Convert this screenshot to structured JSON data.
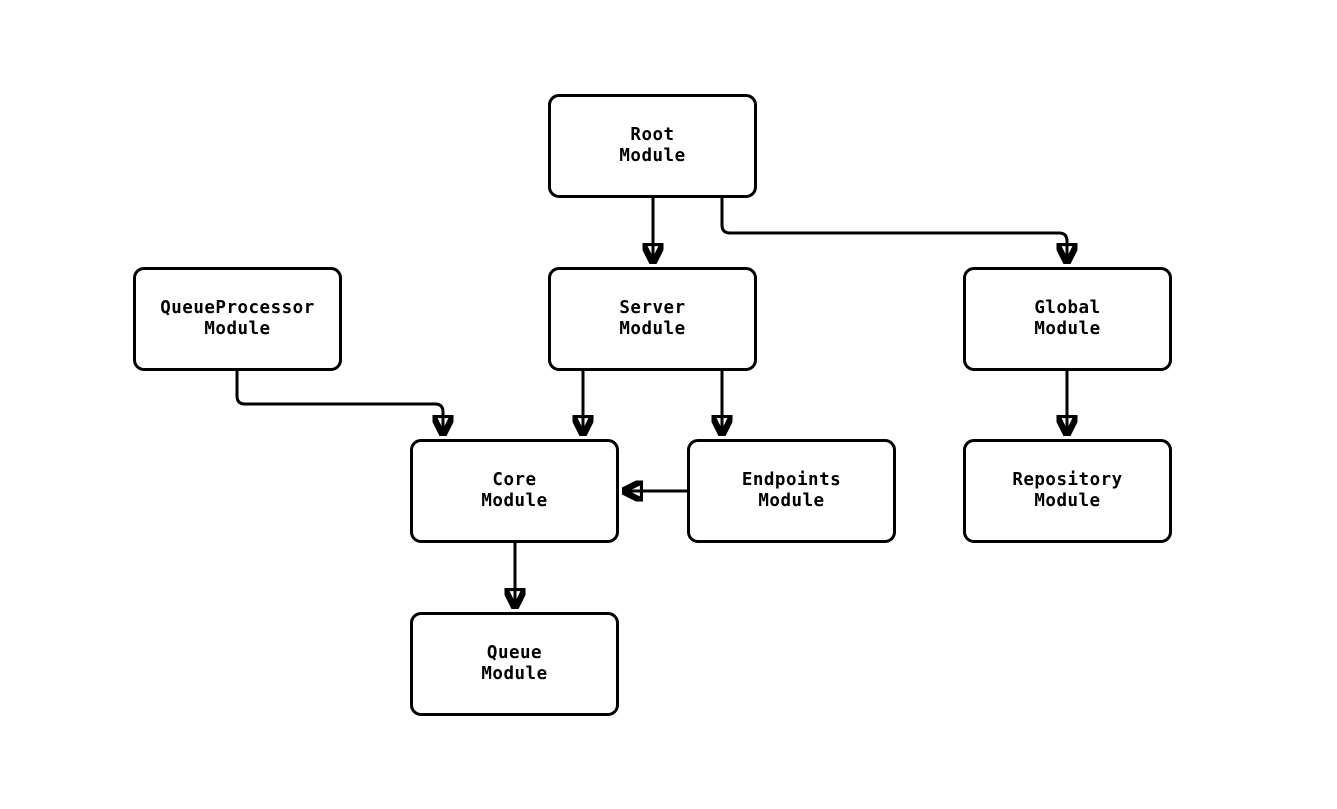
{
  "diagram": {
    "type": "flowchart",
    "direction": "top-down",
    "background": "#ffffff",
    "node_fill": "#ffffff",
    "node_border_color": "#000000",
    "edge_color": "#000000",
    "text_color": "#000000",
    "nodes": {
      "root": {
        "label": "Root\nModule"
      },
      "qproc": {
        "label": "QueueProcessor\nModule"
      },
      "server": {
        "label": "Server\nModule"
      },
      "global": {
        "label": "Global\nModule"
      },
      "core": {
        "label": "Core\nModule"
      },
      "endpoints": {
        "label": "Endpoints\nModule"
      },
      "repository": {
        "label": "Repository\nModule"
      },
      "queue": {
        "label": "Queue\nModule"
      }
    },
    "edges": [
      {
        "from": "Root Module",
        "to": "Server Module"
      },
      {
        "from": "Root Module",
        "to": "Global Module"
      },
      {
        "from": "QueueProcessor Module",
        "to": "Core Module"
      },
      {
        "from": "Server Module",
        "to": "Core Module"
      },
      {
        "from": "Server Module",
        "to": "Endpoints Module"
      },
      {
        "from": "Endpoints Module",
        "to": "Core Module"
      },
      {
        "from": "Global Module",
        "to": "Repository Module"
      },
      {
        "from": "Core Module",
        "to": "Queue Module"
      }
    ]
  }
}
